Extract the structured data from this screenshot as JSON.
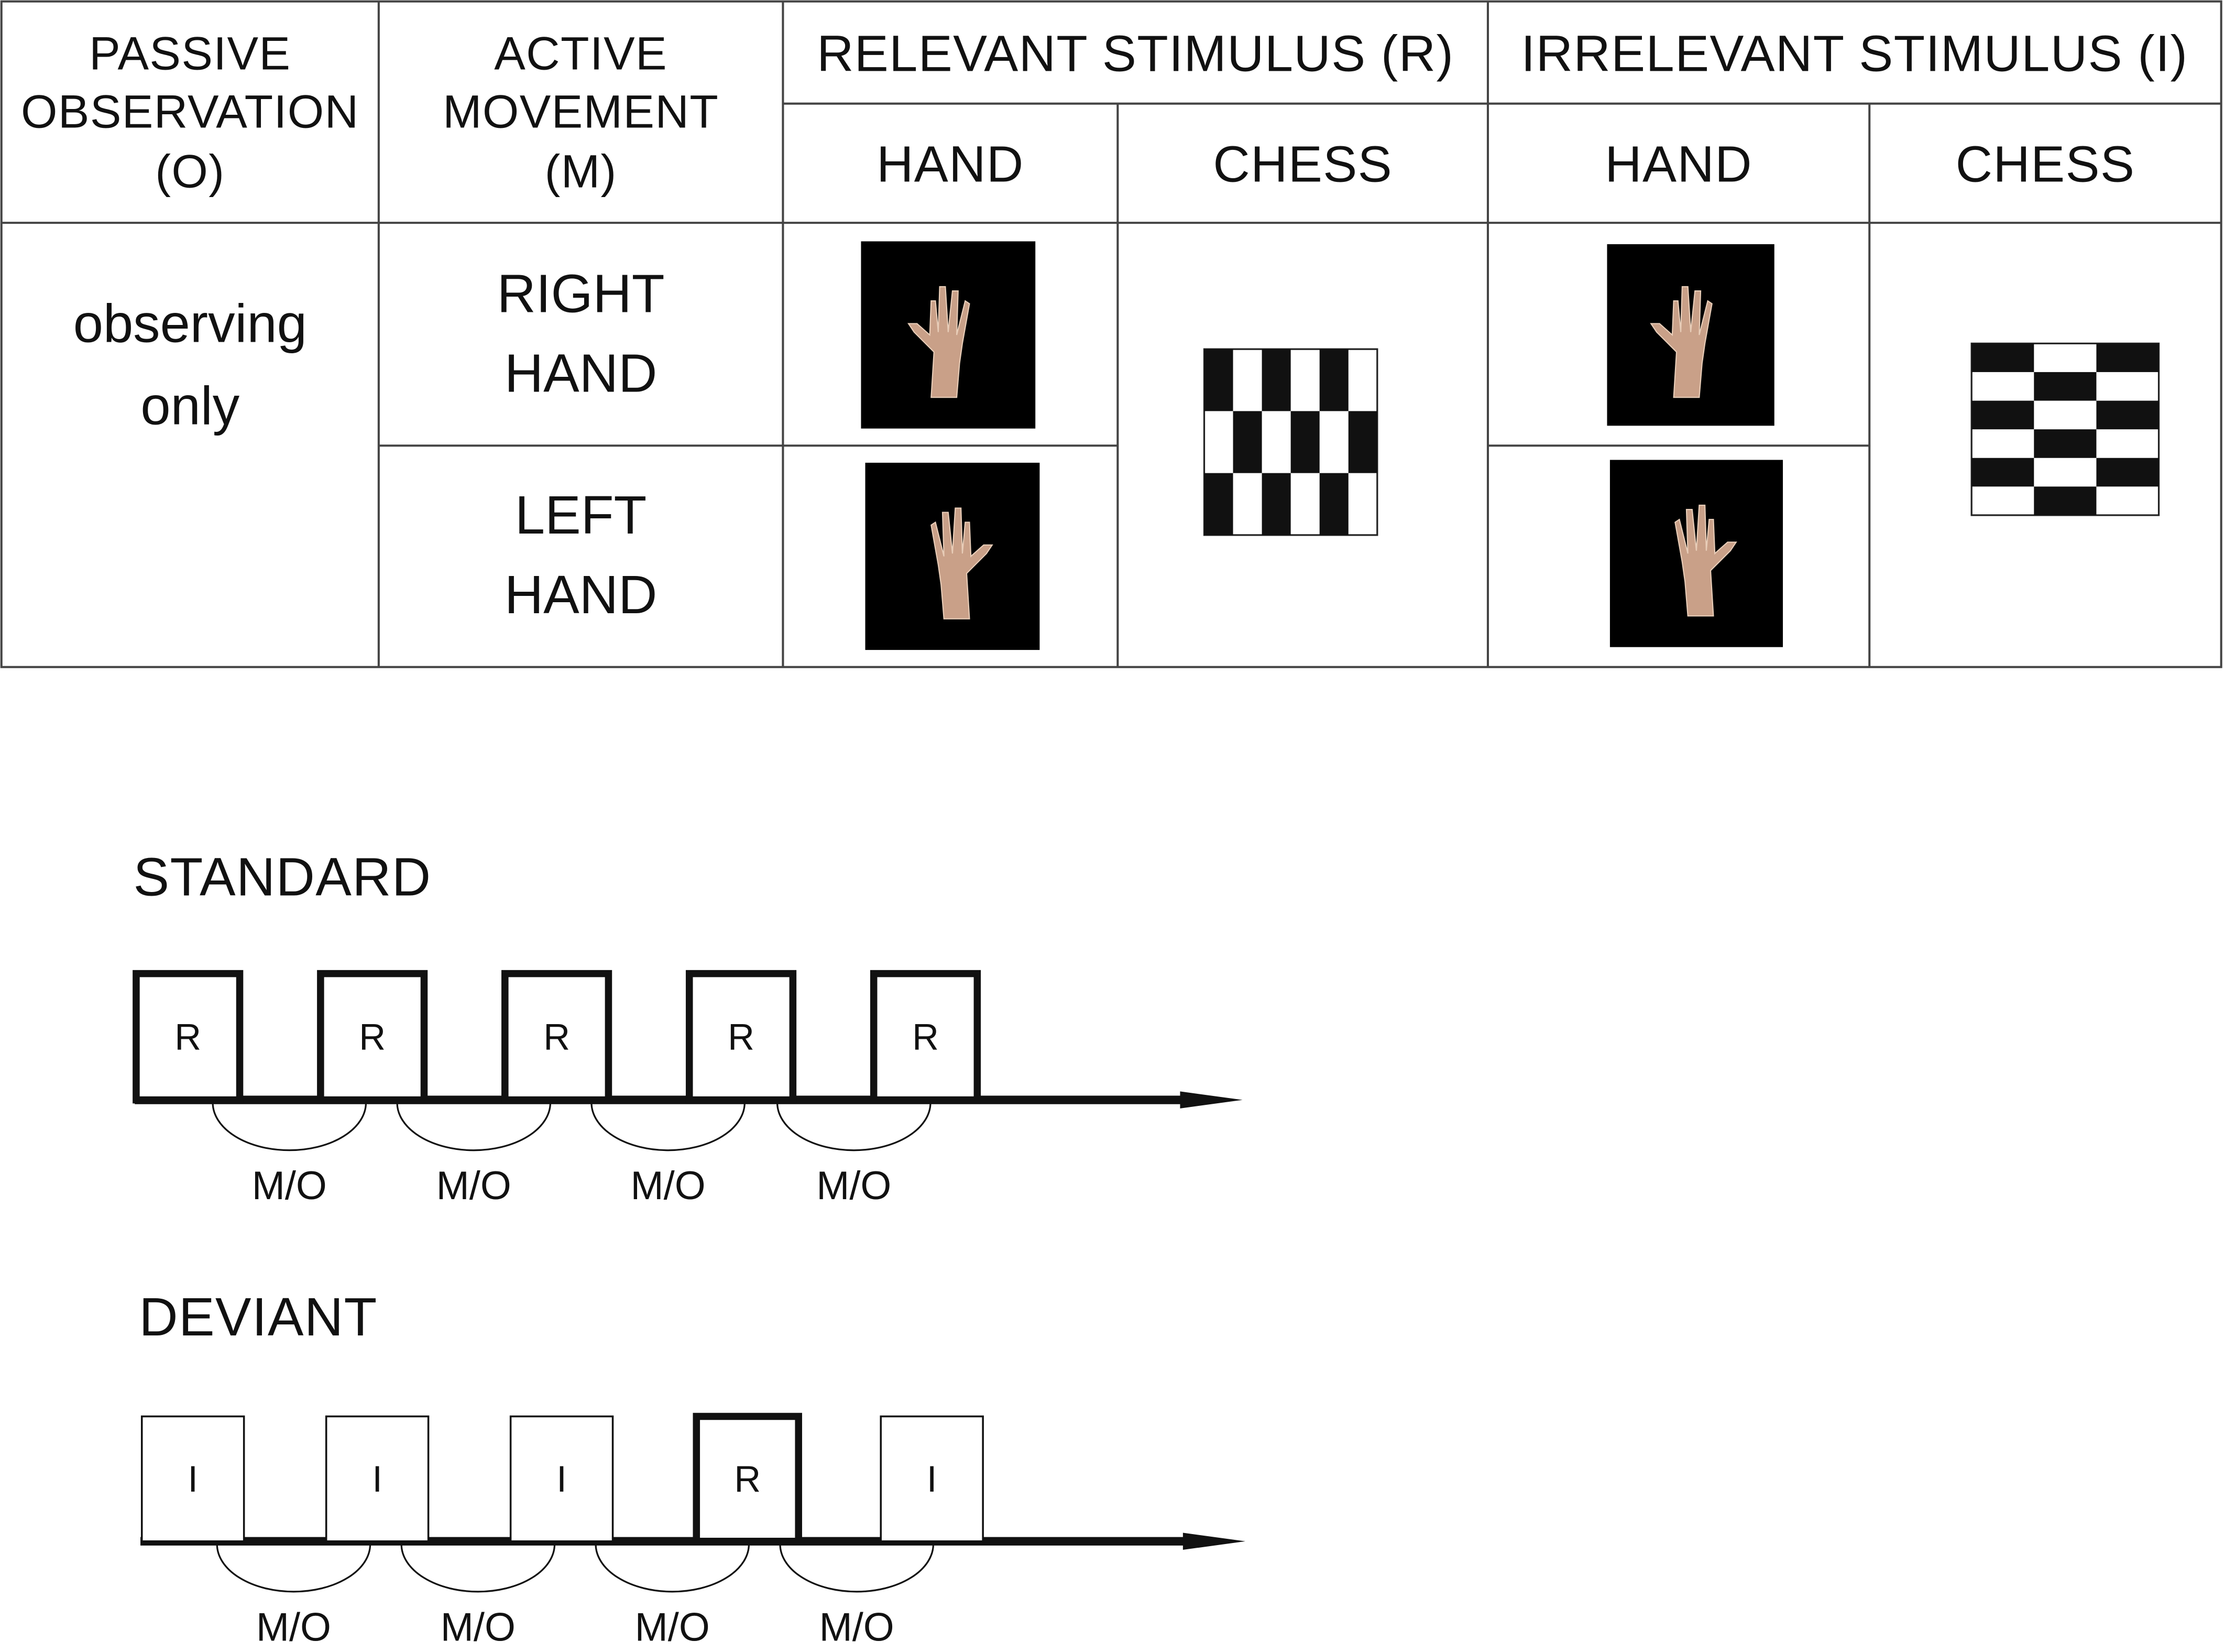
{
  "table": {
    "col_passive": {
      "line1": "PASSIVE",
      "line2": "OBSERVATION",
      "line3": "(O)"
    },
    "col_active": {
      "line1": "ACTIVE",
      "line2": "MOVEMENT",
      "line3": "(M)"
    },
    "group_relevant": "RELEVANT STIMULUS (R)",
    "group_irrelevant": "IRRELEVANT STIMULUS (I)",
    "sub_hand_relevant": "HAND",
    "sub_chess_relevant": "CHESS",
    "sub_hand_irrelevant": "HAND",
    "sub_chess_irrelevant": "CHESS",
    "passive_body": {
      "line1": "observing",
      "line2": "only"
    },
    "right_hand": {
      "line1": "RIGHT",
      "line2": "HAND"
    },
    "left_hand": {
      "line1": "LEFT",
      "line2": "HAND"
    },
    "chess_relevant": {
      "rows": 3,
      "cols": 6
    },
    "chess_irrelevant": {
      "rows": 6,
      "cols": 3
    }
  },
  "standard": {
    "title": "STANDARD",
    "boxes": [
      "R",
      "R",
      "R",
      "R",
      "R"
    ],
    "intervals": [
      "M/O",
      "M/O",
      "M/O",
      "M/O"
    ]
  },
  "deviant": {
    "title": "DEVIANT",
    "boxes": [
      "I",
      "I",
      "I",
      "R",
      "I"
    ],
    "intervals": [
      "M/O",
      "M/O",
      "M/O",
      "M/O"
    ]
  },
  "colors": {
    "line": "#1a1a1a",
    "stimulus_bg": "#000000",
    "hand_skin": "#c9a088"
  }
}
